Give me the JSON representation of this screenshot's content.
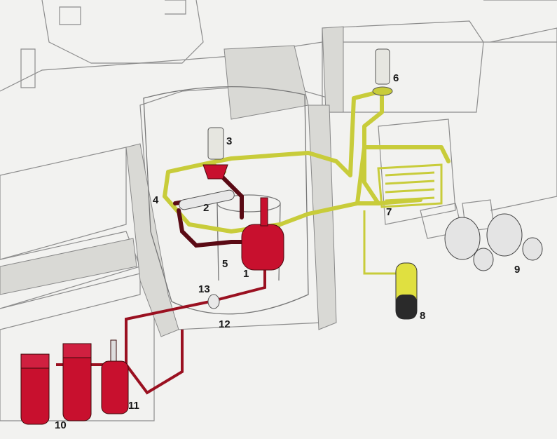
{
  "labels": {
    "l1": "1",
    "l2": "2",
    "l3": "3",
    "l4": "4",
    "l5": "5",
    "l6": "6",
    "l7": "7",
    "l8": "8",
    "l9": "9",
    "l10": "10",
    "l11": "11",
    "l12": "12",
    "l13": "13"
  },
  "colors": {
    "fuel_salt": "#c8102e",
    "coolant_salt": "#c8cc3a",
    "dark_pipe": "#3a1a1a",
    "line": "#8a8a8a",
    "concrete": "#d8d8d4"
  }
}
